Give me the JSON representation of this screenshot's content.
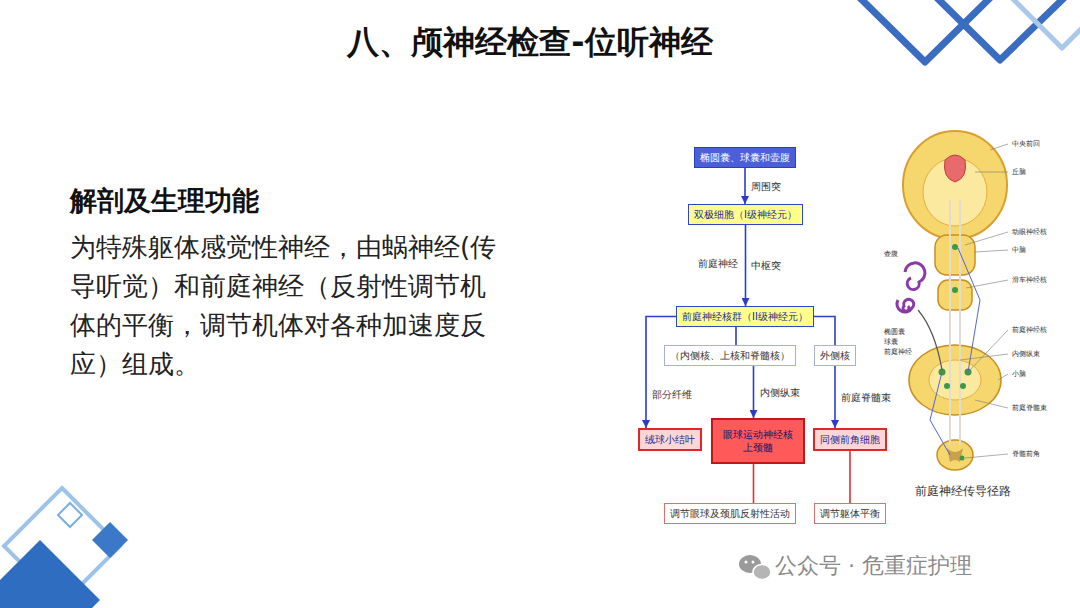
{
  "diagram": {
    "title": "八、颅神经检查-位听神经",
    "caption": "前庭神经传导径路",
    "nodes": [
      {
        "text": [
          "椭圆囊、球囊和壶腹"
        ]
      },
      {
        "text": [
          "双极细胞（I级神经元）"
        ]
      },
      {
        "text": [
          "前庭神经核群（II级神经元）"
        ]
      },
      {
        "text": [
          "（内侧核、上核和脊髓核）"
        ]
      },
      {
        "text": [
          "外侧核"
        ]
      },
      {
        "text": [
          "绒球小结叶"
        ]
      },
      {
        "text": [
          "眼球运动神经核 上颈髓"
        ]
      },
      {
        "text": [
          "同侧前角细胞"
        ]
      },
      {
        "text": [
          "调节眼球及颈肌反射性活动"
        ]
      },
      {
        "text": [
          "调节躯体平衡"
        ]
      }
    ],
    "edges": [
      {
        "from": 0,
        "to": 1,
        "arrow": "to",
        "label": "周围突"
      },
      {
        "from": 1,
        "to": 2,
        "arrow": "to",
        "label": "中枢突"
      },
      {
        "from": 2,
        "to": 3,
        "arrow": "none"
      },
      {
        "from": 2,
        "to": 4,
        "arrow": "none"
      },
      {
        "from": 2,
        "to": 5,
        "arrow": "to",
        "label": "部分纤维"
      },
      {
        "from": 3,
        "to": 6,
        "arrow": "to",
        "label": "内侧纵束"
      },
      {
        "from": 4,
        "to": 7,
        "arrow": "to",
        "label": "前庭脊髓束"
      },
      {
        "from": 6,
        "to": 8,
        "arrow": "none"
      },
      {
        "from": 7,
        "to": 9,
        "arrow": "none"
      }
    ],
    "labels": [
      "解剖及生理功能",
      "为特殊躯体感觉性神经，由蜗神经(传导听觉）和前庭神经（反射性调节机体的平衡，调节机体对各种加速度反应）组成。",
      "前庭神经",
      "中央前回",
      "丘脑",
      "动眼神经核",
      "中脑",
      "滑车神经核",
      "前庭神经核",
      "内侧纵束",
      "小脑",
      "前庭脊髓束",
      "脊髓前角",
      "壶腹",
      "椭圆囊",
      "球囊",
      "前庭神经",
      "公众号 · 危重症护理"
    ]
  }
}
